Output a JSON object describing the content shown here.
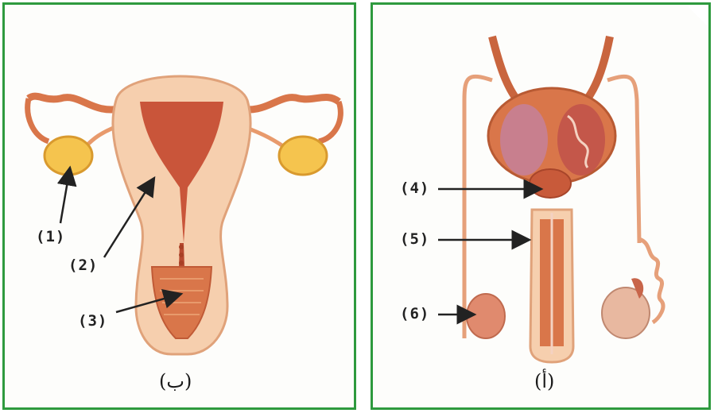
{
  "left_panel": {
    "caption": "(ب)",
    "labels": [
      "(1)",
      "(2)",
      "(3)"
    ]
  },
  "right_panel": {
    "caption": "(أ)",
    "labels": [
      "(4)",
      "(5)",
      "(6)"
    ]
  },
  "colors": {
    "frame": "#2e9a3e",
    "tissue": "#d9764a",
    "tissue_light": "#f6cfae",
    "ovary": "#f5c44e",
    "arrow": "#222222"
  }
}
